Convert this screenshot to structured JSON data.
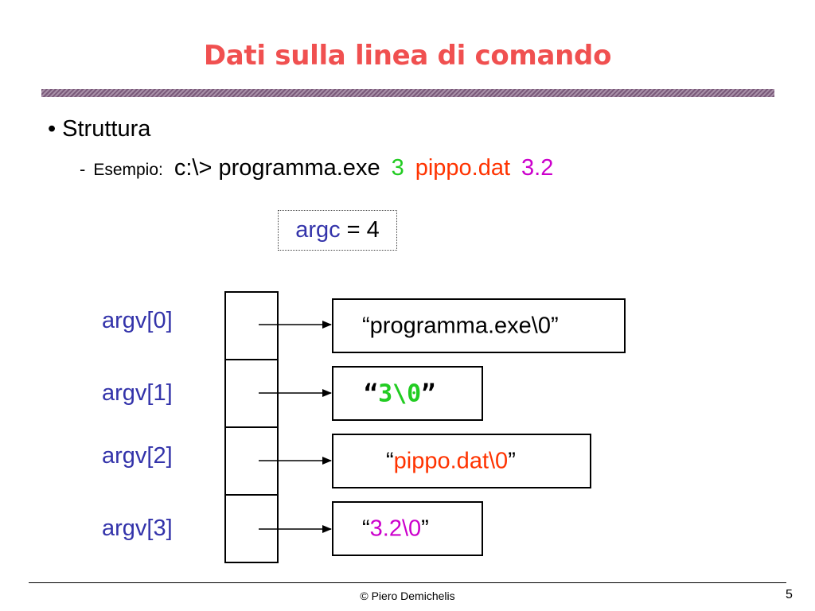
{
  "title": "Dati sulla linea di comando",
  "bullet": {
    "symbol": "•",
    "text": "Struttura"
  },
  "example": {
    "dash": "-",
    "label": "Esempio:",
    "command": "c:\\> programma.exe",
    "arg1": "3",
    "arg2": "pippo.dat",
    "arg3": "3.2"
  },
  "argc": {
    "name": "argc",
    "rest": " = 4"
  },
  "argv_labels": [
    "argv[0]",
    "argv[1]",
    "argv[2]",
    "argv[3]"
  ],
  "strings": [
    {
      "open": "“",
      "value": "programma.exe\\0",
      "close": "”"
    },
    {
      "open": "“",
      "value": "3\\0",
      "close": "”"
    },
    {
      "open": "“",
      "value": "pippo.dat\\0",
      "close": "”"
    },
    {
      "open": "“",
      "value": "3.2\\0",
      "close": "”"
    }
  ],
  "colors": {
    "title": "#f05050",
    "arg1": "#22cc22",
    "arg2": "#ff3300",
    "arg3": "#cc00cc",
    "label_blue": "#3333aa",
    "argc_blue": "#3333aa"
  },
  "footer": {
    "copyright": "© Piero Demichelis",
    "page": "5"
  }
}
